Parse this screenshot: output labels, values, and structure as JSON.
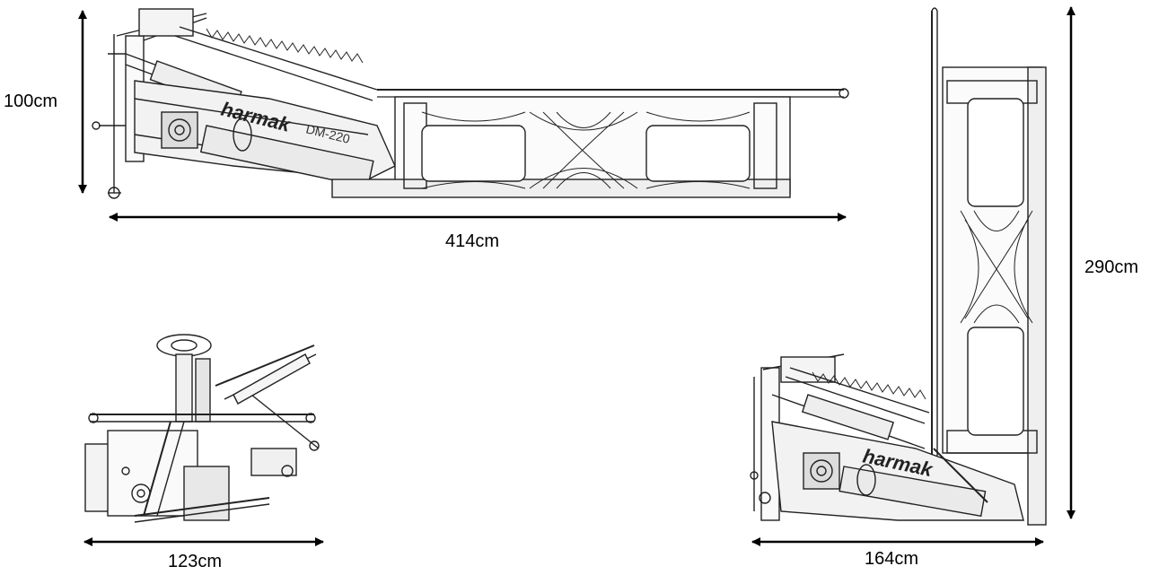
{
  "brand": {
    "name": "harmak",
    "model": "DM-220"
  },
  "dimensions": {
    "side_height": "100cm",
    "side_length": "414cm",
    "front_width": "123cm",
    "transport_width": "164cm",
    "transport_height": "290cm"
  }
}
